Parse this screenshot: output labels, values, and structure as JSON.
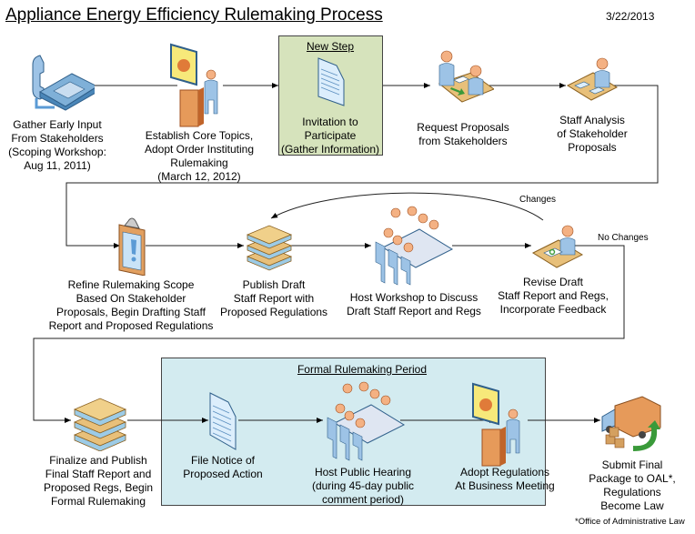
{
  "header": {
    "title": "Appliance Energy Efficiency Rulemaking Process",
    "date": "3/22/2013"
  },
  "groups": {
    "new_step": {
      "title": "New Step",
      "fill": "#d6e3bc"
    },
    "formal_period": {
      "title": "Formal Rulemaking Period",
      "fill": "#d3ebf0"
    }
  },
  "steps": [
    {
      "id": "gather-input",
      "icon": "phone-icon",
      "lines": [
        "Gather Early Input",
        "From Stakeholders",
        "(Scoping Workshop:",
        "Aug 11, 2011)"
      ]
    },
    {
      "id": "establish-topics",
      "icon": "presenter-icon",
      "lines": [
        "Establish Core Topics,",
        "Adopt Order Instituting",
        "Rulemaking",
        "(March 12, 2012)"
      ]
    },
    {
      "id": "invitation",
      "icon": "document-icon",
      "lines": [
        "Invitation to",
        "Participate",
        "(Gather Information)"
      ]
    },
    {
      "id": "request-proposals",
      "icon": "meeting-handoff-icon",
      "lines": [
        "Request Proposals",
        "from Stakeholders"
      ]
    },
    {
      "id": "staff-analysis",
      "icon": "desk-analysis-icon",
      "lines": [
        "Staff Analysis",
        "of Stakeholder",
        "Proposals"
      ]
    },
    {
      "id": "refine-scope",
      "icon": "clipboard-alert-icon",
      "lines": [
        "Refine Rulemaking Scope",
        "Based On Stakeholder",
        "Proposals, Begin Drafting Staff",
        "Report and Proposed Regulations"
      ]
    },
    {
      "id": "publish-draft",
      "icon": "books-icon",
      "lines": [
        "Publish Draft",
        "Staff Report with",
        "Proposed Regulations"
      ]
    },
    {
      "id": "host-workshop",
      "icon": "conference-table-icon",
      "lines": [
        "Host Workshop to Discuss",
        "Draft Staff Report and Regs"
      ]
    },
    {
      "id": "revise-draft",
      "icon": "desk-writing-icon",
      "lines": [
        "Revise Draft",
        "Staff Report and Regs,",
        "Incorporate Feedback"
      ]
    },
    {
      "id": "finalize-publish",
      "icon": "books-icon",
      "lines": [
        "Finalize and Publish",
        "Final Staff Report and",
        "Proposed Regs, Begin",
        "Formal Rulemaking"
      ]
    },
    {
      "id": "file-notice",
      "icon": "document-icon",
      "lines": [
        "File Notice of",
        "Proposed Action"
      ]
    },
    {
      "id": "public-hearing",
      "icon": "conference-table-icon",
      "lines": [
        "Host Public Hearing",
        "(during 45-day public",
        "comment period)"
      ]
    },
    {
      "id": "adopt-regulations",
      "icon": "presenter-icon",
      "lines": [
        "Adopt Regulations",
        "At Business Meeting"
      ]
    },
    {
      "id": "submit-oal",
      "icon": "delivery-truck-icon",
      "lines": [
        "Submit Final",
        "Package to OAL*,",
        "Regulations",
        "Become Law"
      ]
    }
  ],
  "edge_labels": {
    "changes": "Changes",
    "no_changes": "No Changes"
  },
  "footnote": "*Office of Administrative Law"
}
